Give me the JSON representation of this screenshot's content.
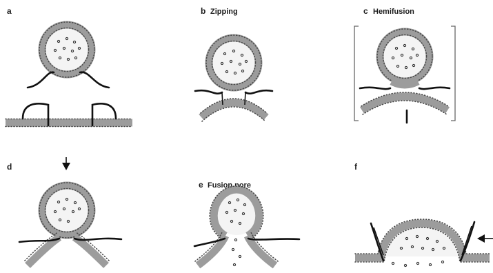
{
  "panels": [
    {
      "letter": "a",
      "title": ""
    },
    {
      "letter": "b",
      "title": "Zipping"
    },
    {
      "letter": "c",
      "title": "Hemifusion"
    },
    {
      "letter": "d",
      "title": ""
    },
    {
      "letter": "e",
      "title": "Fusion pore"
    },
    {
      "letter": "f",
      "title": ""
    }
  ],
  "colors": {
    "membrane": "#9c9c9c",
    "lipid_heads": "#4a4a4a",
    "snare": "#111111",
    "background": "#ffffff"
  },
  "icons": {
    "arrow_d": "arrow-down-icon",
    "arrow_f": "arrow-left-icon"
  }
}
